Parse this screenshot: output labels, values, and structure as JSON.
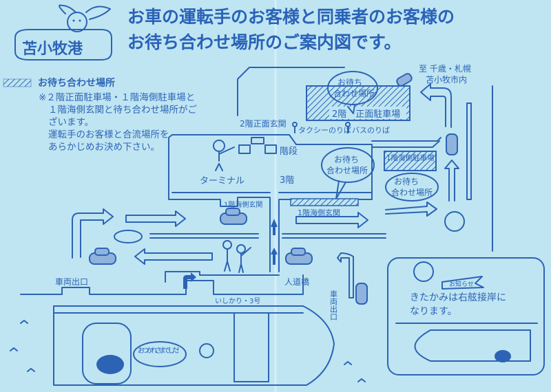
{
  "logo": {
    "text": "苫小牧港"
  },
  "title": {
    "line1": "お車の運転手のお客様と同乗者のお客様の",
    "line2": "お待ち合わせ場所のご案内図です。"
  },
  "direction": {
    "line1": "至 千歳・札幌",
    "line2": "苫小牧市内"
  },
  "legend": {
    "heading": "お待ち合わせ場所",
    "lines": [
      "※２階正面駐車場・１階海側駐車場と",
      "１階海側玄関と待ち合わせ場所がご",
      "ざいます。",
      "運転手のお客様と合流場所を",
      "あらかじめお決め下さい。"
    ]
  },
  "map_labels": {
    "meeting_place_l1": "お待ち",
    "meeting_place_l2": "合わせ場所",
    "parking_2f": "2階　正面駐車場",
    "entrance_2f": "2階正面玄関",
    "taxi": "タクシーのりば",
    "bus": "バスのりば",
    "stairs": "階段",
    "terminal": "ターミナル",
    "floor_3": "3階",
    "parking_1f": "1階海側駐車場",
    "entrance_1f_left": "1階海側玄関",
    "entrance_1f_right": "1階海側玄関",
    "vehicle_exit_left": "車両出口",
    "vehicle_exit_right": "車両出口",
    "bridge": "人道橋",
    "ship_name": "いしかり・3号",
    "speech": "おつかれさまでした！"
  },
  "notice": {
    "badge": "お知らせ",
    "line1": "きたかみは右舷接岸に",
    "line2": "なります。"
  }
}
